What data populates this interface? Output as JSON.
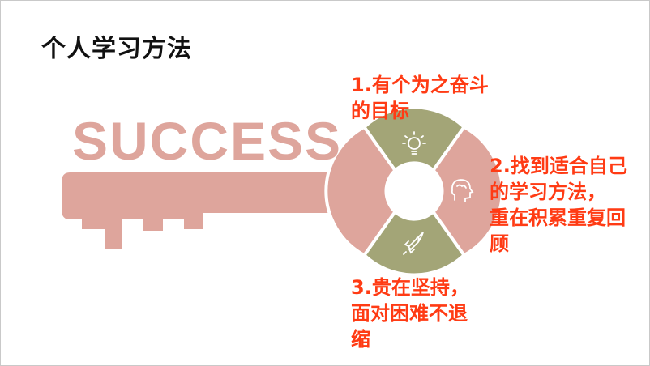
{
  "title": "个人学习方法",
  "success_word": "SUCCESS",
  "steps": [
    {
      "lines": [
        "1.有个为之奋斗",
        "的目标"
      ],
      "icon": "lightbulb-icon"
    },
    {
      "lines": [
        "2.找到适合自己",
        "的学习方法，",
        "重在积累重复回",
        "顾"
      ],
      "icon": "head-brain-icon"
    },
    {
      "lines": [
        "3.贵在坚持，",
        "面对困难不退",
        "缩"
      ],
      "icon": "rocket-icon"
    }
  ],
  "colors": {
    "key_pink": "#dea59c",
    "segment_olive": "#a3a577",
    "label_red": "#ff3b14",
    "title_black": "#111111"
  }
}
